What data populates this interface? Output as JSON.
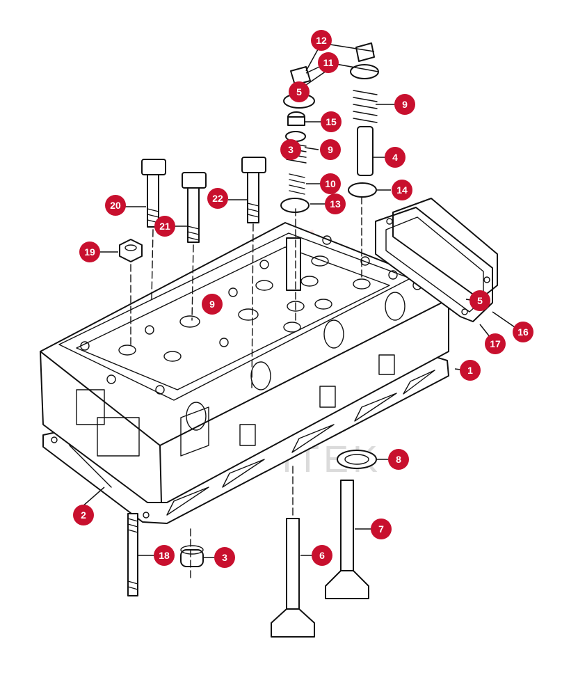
{
  "diagram": {
    "colors": {
      "badge": "#c8102e",
      "badge_text": "#ffffff",
      "line": "#111111"
    },
    "watermark_text": "IAPITEK",
    "callouts": [
      {
        "id": "c1",
        "label": "1"
      },
      {
        "id": "c2",
        "label": "2"
      },
      {
        "id": "c3a",
        "label": "3"
      },
      {
        "id": "c3b",
        "label": "3"
      },
      {
        "id": "c4",
        "label": "4"
      },
      {
        "id": "c5a",
        "label": "5"
      },
      {
        "id": "c5b",
        "label": "5"
      },
      {
        "id": "c6",
        "label": "6"
      },
      {
        "id": "c7",
        "label": "7"
      },
      {
        "id": "c8",
        "label": "8"
      },
      {
        "id": "c9a",
        "label": "9"
      },
      {
        "id": "c9b",
        "label": "9"
      },
      {
        "id": "c9c",
        "label": "9"
      },
      {
        "id": "c10",
        "label": "10"
      },
      {
        "id": "c11",
        "label": "11"
      },
      {
        "id": "c12",
        "label": "12"
      },
      {
        "id": "c13",
        "label": "13"
      },
      {
        "id": "c14",
        "label": "14"
      },
      {
        "id": "c15",
        "label": "15"
      },
      {
        "id": "c16",
        "label": "16"
      },
      {
        "id": "c17",
        "label": "17"
      },
      {
        "id": "c18",
        "label": "18"
      },
      {
        "id": "c19",
        "label": "19"
      },
      {
        "id": "c20",
        "label": "20"
      },
      {
        "id": "c21",
        "label": "21"
      },
      {
        "id": "c22",
        "label": "22"
      }
    ]
  }
}
